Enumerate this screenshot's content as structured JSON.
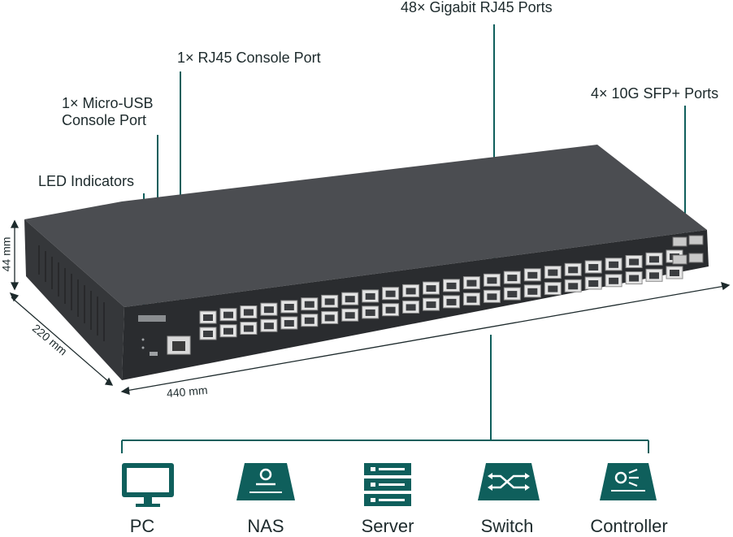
{
  "callouts": {
    "gigabit_ports": "48× Gigabit RJ45 Ports",
    "rj45_console": "1× RJ45 Console Port",
    "usb_console_line1": "1× Micro-USB",
    "usb_console_line2": "Console Port",
    "led": "LED Indicators",
    "sfp": "4× 10G SFP+ Ports"
  },
  "dimensions": {
    "height": "44 mm",
    "depth": "220 mm",
    "width": "440 mm"
  },
  "devices": [
    {
      "label": "PC",
      "icon": "pc-icon"
    },
    {
      "label": "NAS",
      "icon": "nas-icon"
    },
    {
      "label": "Server",
      "icon": "server-icon"
    },
    {
      "label": "Switch",
      "icon": "switch-icon"
    },
    {
      "label": "Controller",
      "icon": "controller-icon"
    }
  ],
  "colors": {
    "accent": "#0f5f5c",
    "chassis_top": "#4a4c4f",
    "chassis_front": "#2e3033",
    "port": "#e6e6e6"
  }
}
